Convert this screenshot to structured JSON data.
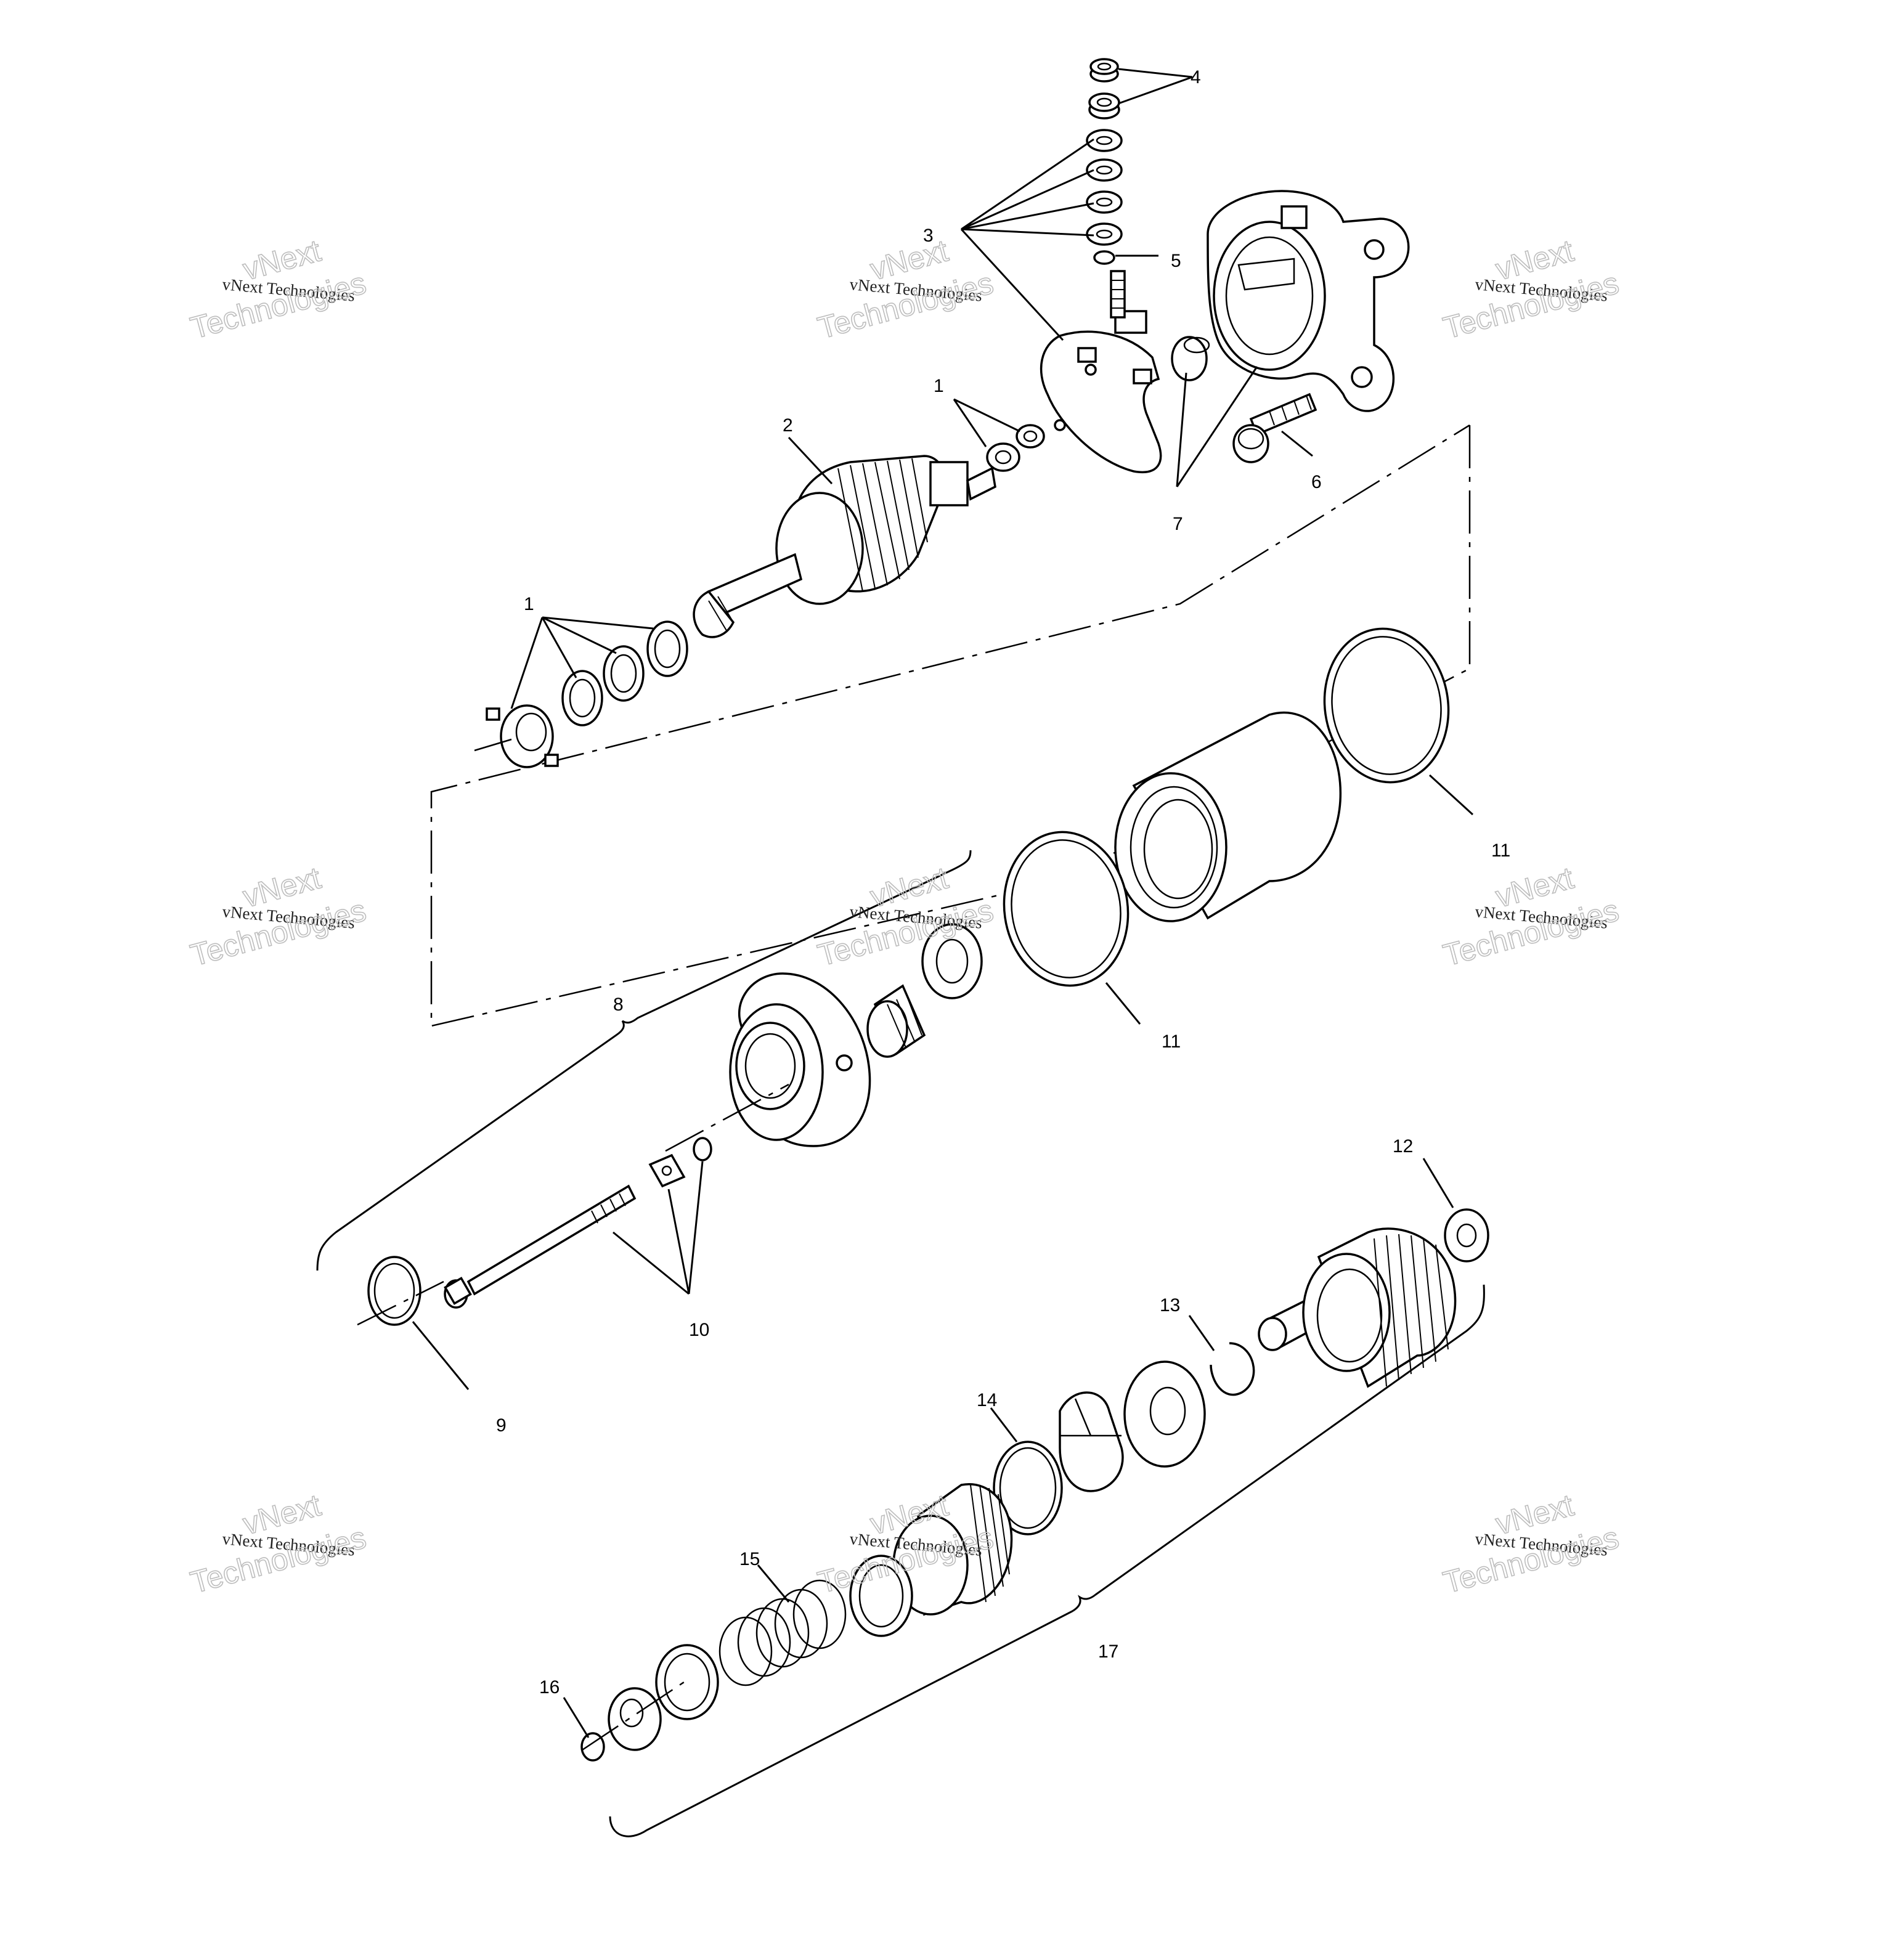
{
  "callouts": {
    "c1a": "1",
    "c1b": "1",
    "c2": "2",
    "c3": "3",
    "c4": "4",
    "c5": "5",
    "c6": "6",
    "c7": "7",
    "c8": "8",
    "c9": "9",
    "c10": "10",
    "c11a": "11",
    "c11b": "11",
    "c12": "12",
    "c13": "13",
    "c14": "14",
    "c15": "15",
    "c16": "16",
    "c17": "17"
  },
  "watermark": {
    "line1": "vNext",
    "line2": "vNext Technologies",
    "line3": "Technologies"
  }
}
